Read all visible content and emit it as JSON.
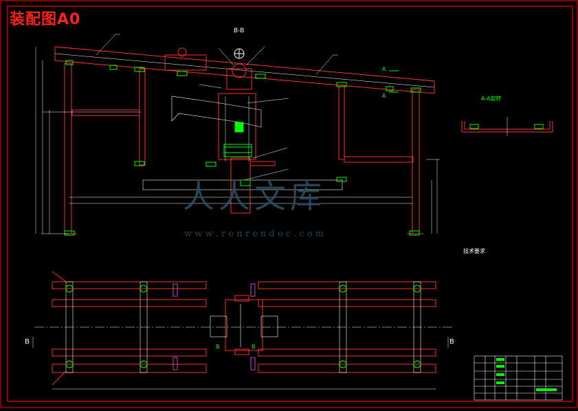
{
  "drawing": {
    "title": "装配图A0",
    "section_bb": "B-B",
    "section_aa": "A-A旋转",
    "tech_requirements_title": "技术要求",
    "left_marker": "B",
    "right_marker": "B",
    "arrow_a_top": "A",
    "arrow_a_bottom": "A",
    "inner_b_left": "B",
    "inner_b_right": "B"
  },
  "watermark": {
    "brand": "人人文库",
    "url": "w w w . r e n r e n d o c . c o m"
  },
  "colors": {
    "background": "#000000",
    "frame": "#ff0000",
    "outline": "#ff3030",
    "thin": "#ffffff",
    "hatch": "#00ff00",
    "purple": "#cc44cc",
    "watermark": "#2c4d63"
  }
}
